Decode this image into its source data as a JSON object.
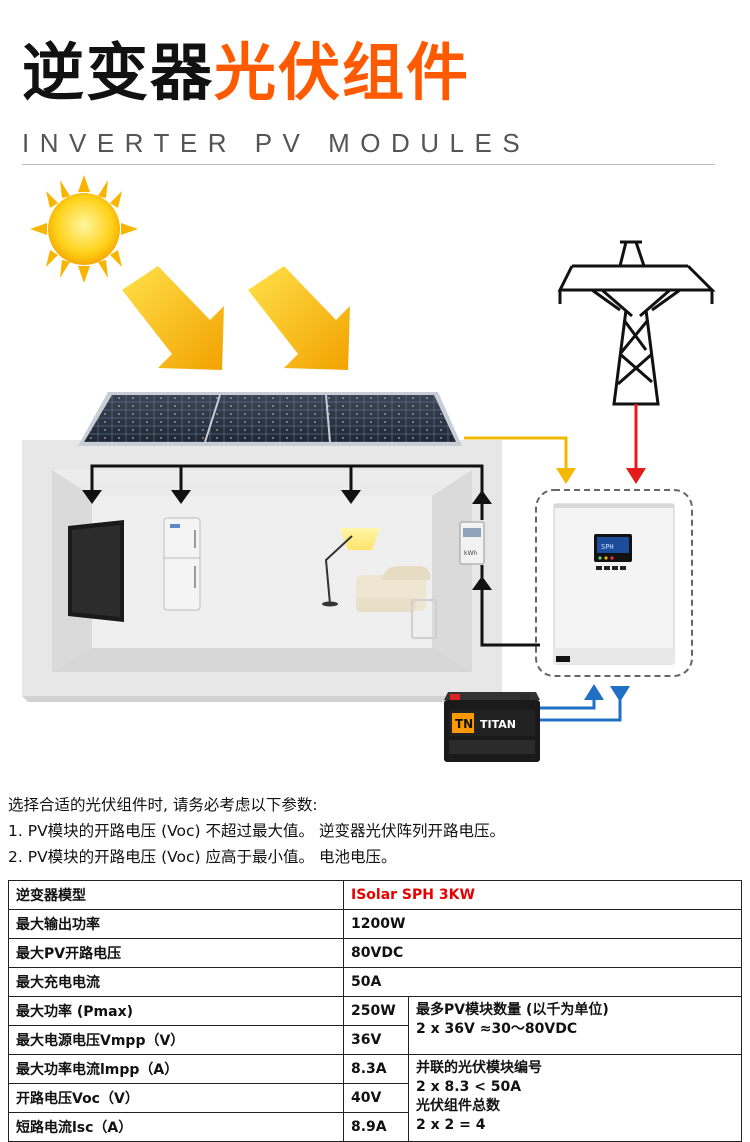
{
  "header": {
    "title_black": "逆变器",
    "title_orange": "光伏组件",
    "subtitle": "INVERTER PV MODULES"
  },
  "scene": {
    "battery_brand": "TITAN",
    "battery_logo": "TN",
    "inverter_screen_text": "SPH",
    "meter_label": "kWh"
  },
  "notes": {
    "line1": "选择合适的光伏组件时, 请务必考虑以下参数:",
    "line2": "1. PV模块的开路电压 (Voc) 不超过最大值。 逆变器光伏阵列开路电压。",
    "line3": "2. PV模块的开路电压 (Voc) 应高于最小值。 电池电压。"
  },
  "table": {
    "rows": [
      {
        "label": "逆变器模型",
        "value": "ISolar SPH 3KW"
      },
      {
        "label": "最大输出功率",
        "value": "1200W"
      },
      {
        "label": "最大PV开路电压",
        "value": "80VDC"
      },
      {
        "label": "最大充电电流",
        "value": "50A"
      },
      {
        "label": "最大功率 (Pmax)",
        "value": "250W"
      },
      {
        "label": "最大电源电压Vmpp（V）",
        "value": "36V"
      },
      {
        "label": "最大功率电流lmpp（A）",
        "value": "8.3A"
      },
      {
        "label": "开路电压Voc（V）",
        "value": "40V"
      },
      {
        "label": "短路电流lsc（A）",
        "value": "8.9A"
      }
    ],
    "note_a": {
      "line1": "最多PV模块数量 (以千为单位)",
      "line2": "2 x 36V ≈30〜80VDC"
    },
    "note_b": {
      "line1": "并联的光伏模块编号",
      "line2": "2 x 8.3 < 50A",
      "line3": "光伏组件总数",
      "line4": "2 x 2 = 4"
    }
  },
  "colors": {
    "orange": "#ff5a00",
    "solar_wire": "#f5b800",
    "grid_wire": "#e31b1b",
    "battery_wire": "#1f6fc5",
    "house_wire": "#111111"
  }
}
